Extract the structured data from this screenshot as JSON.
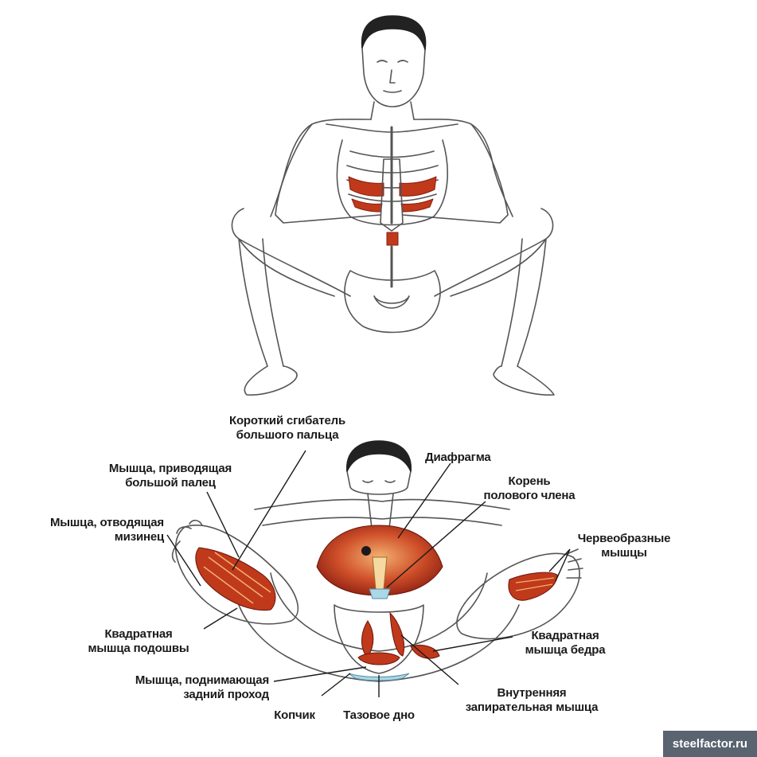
{
  "labels": {
    "flexor_hallucis_brevis": [
      "Короткий сгибатель",
      "большого пальца"
    ],
    "adductor_hallucis": [
      "Мышца, приводящая",
      "большой палец"
    ],
    "abductor_digiti_minimi": [
      "Мышца, отводящая",
      "мизинец"
    ],
    "quadratus_plantae": [
      "Квадратная",
      "мышца подошвы"
    ],
    "levator_ani": [
      "Мышца, поднимающая",
      "задний проход"
    ],
    "coccyx": "Копчик",
    "pelvic_floor": "Тазовое дно",
    "diaphragm": "Диафрагма",
    "penis_root": [
      "Корень",
      "полового члена"
    ],
    "lumbricals": [
      "Червеобразные",
      "мышцы"
    ],
    "quadratus_femoris": [
      "Квадратная",
      "мышца бедра"
    ],
    "obturator_internus": [
      "Внутренняя",
      "запирательная мышца"
    ]
  },
  "watermark": "steelfactor.ru",
  "colors": {
    "muscle": "#c0391b",
    "muscle_light": "#e8a070",
    "outline": "#555555",
    "label": "#1a1a1a"
  }
}
